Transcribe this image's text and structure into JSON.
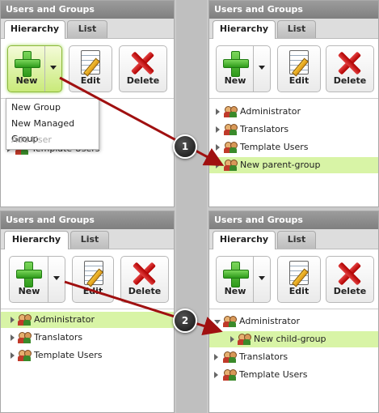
{
  "panel": {
    "title": "Users and Groups",
    "tabs": [
      "Hierarchy",
      "List"
    ],
    "buttons": {
      "new": "New",
      "edit": "Edit",
      "delete": "Delete"
    }
  },
  "dropdown": {
    "items": [
      {
        "label": "New Group",
        "enabled": true
      },
      {
        "label": "New Managed Group",
        "enabled": true
      },
      {
        "label": "Add User",
        "enabled": false
      }
    ]
  },
  "step1_left_tree": [
    "Template Users"
  ],
  "step1_right_tree": [
    "Administrator",
    "Translators",
    "Template Users",
    "New parent-group"
  ],
  "step2_left_tree": [
    "Administrator",
    "Translators",
    "Template Users"
  ],
  "step2_right_tree": [
    "Administrator",
    "New child-group",
    "Translators",
    "Template Users"
  ],
  "steps": [
    "1",
    "2"
  ],
  "colors": {
    "selection": "#d8f4a6",
    "arrow": "#a01010"
  }
}
